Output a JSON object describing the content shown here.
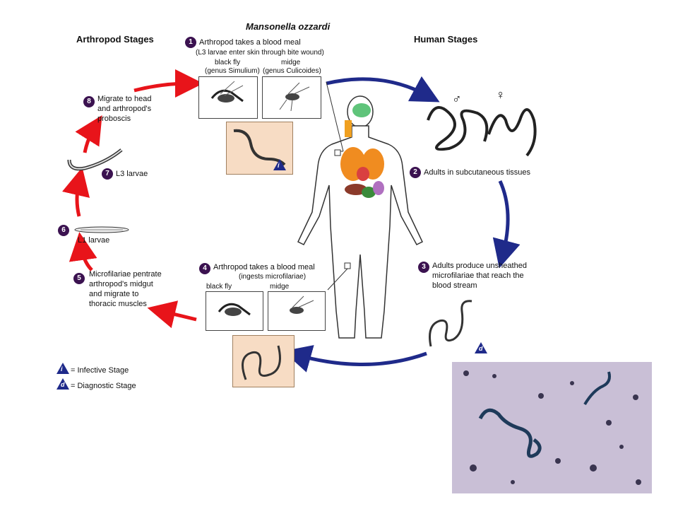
{
  "title": "Mansonella ozzardi",
  "arthropod_header": "Arthropod Stages",
  "human_header": "Human Stages",
  "steps": {
    "s1": {
      "num": "1",
      "line1": "Arthropod takes a blood meal",
      "line2": "(L3 larvae enter skin  through bite wound)",
      "fly_a": "black fly",
      "fly_a_genus": "(genus Simulium)",
      "fly_b": "midge",
      "fly_b_genus": "(genus Culicoides)"
    },
    "s2": {
      "num": "2",
      "text": "Adults in subcutaneous tissues"
    },
    "s3": {
      "num": "3",
      "line1": "Adults produce unsheathed",
      "line2": "microfilariae that reach the",
      "line3": "blood stream"
    },
    "s4": {
      "num": "4",
      "line1": "Arthropod takes a blood meal",
      "line2": "(ingests microfilariae)",
      "fly_a": "black fly",
      "fly_b": "midge"
    },
    "s5": {
      "num": "5",
      "line1": "Microfilariae pentrate",
      "line2": "arthropod's midgut",
      "line3": "and migrate to",
      "line4": "thoracic muscles"
    },
    "s6": {
      "num": "6",
      "text": "L1 larvae"
    },
    "s7": {
      "num": "7",
      "text": "L3 larvae"
    },
    "s8": {
      "num": "8",
      "line1": "Migrate to head",
      "line2": "and arthropod's",
      "line3": "proboscis"
    }
  },
  "legend": {
    "i_label": "= Infective Stage",
    "d_label": "= Diagnostic Stage",
    "i_mark": "i",
    "d_mark": "d"
  },
  "symbols": {
    "male": "♂",
    "female": "♀"
  },
  "colors": {
    "human_arrows": "#1f2a8a",
    "arthropod_arrows": "#e8141a",
    "step_badge": "#3b1250",
    "panel": "#f7dcc4"
  }
}
